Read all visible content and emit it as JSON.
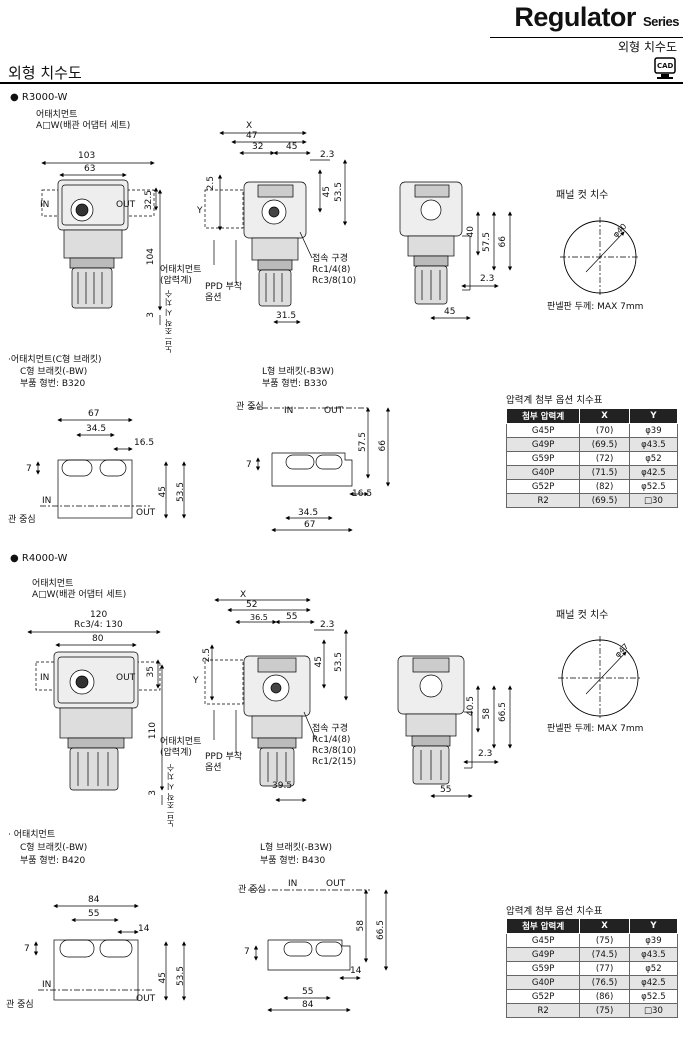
{
  "header": {
    "title": "Regulator",
    "series": "Series",
    "subtitle": "외형 치수도",
    "cad_icon_label": "CAD"
  },
  "page_heading": "외형 치수도",
  "sections": [
    {
      "model": "R3000-W",
      "front": {
        "bracket_label_1": "어태치먼트",
        "bracket_label_2": "A□W(배관 어댑터 세트)",
        "dim_width": "103",
        "dim_body": "63",
        "dim_side": "32.5",
        "dim_height": "104",
        "dim_knob": "3",
        "in_label": "IN",
        "out_label": "OUT",
        "knob_label": "노브 조작 시 치수"
      },
      "side": {
        "dim_x": "X",
        "dim_47": "47",
        "dim_32": "32",
        "dim_45": "45",
        "dim_23": "2.3",
        "dim_y": "Y",
        "dim_25": "2.5",
        "dim_45v": "45",
        "dim_535": "53.5",
        "dim_315": "31.5",
        "label_attach_1": "어태치먼트",
        "label_attach_2": "(압력계)",
        "label_ppd_1": "PPD 부착",
        "label_ppd_2": "옵션",
        "port_title": "접속 구경",
        "ports": [
          "Rc1/4(8)",
          "Rc3/8(10)"
        ]
      },
      "rear": {
        "dim_40": "40",
        "dim_575": "57.5",
        "dim_66": "66",
        "dim_23": "2.3",
        "dim_45": "45"
      },
      "panel": {
        "title": "패널 컷 치수",
        "diameter": "φ40",
        "note": "판넬판 두께: MAX 7mm"
      },
      "bracket_c": {
        "title_1": "·어태치먼트(C형 브래킷)",
        "title_2": "C형 브래킷(-BW)",
        "title_3": "부품 형번: B320",
        "dim_67": "67",
        "dim_345": "34.5",
        "dim_165": "16.5",
        "dim_7": "7",
        "dim_45": "45",
        "dim_535": "53.5",
        "in_label": "IN",
        "out_label": "OUT",
        "center_label": "관 중심"
      },
      "bracket_l": {
        "title_1": "L형 브래킷(-B3W)",
        "title_2": "부품 형번: B330",
        "center_label": "관 중심",
        "in_label": "IN",
        "out_label": "OUT",
        "dim_575": "57.5",
        "dim_66": "66",
        "dim_7": "7",
        "dim_165": "16.5",
        "dim_345": "34.5",
        "dim_67": "67"
      },
      "table": {
        "title": "압력계 첨부 옵션 치수표",
        "headers": [
          "첨부 압력계",
          "X",
          "Y"
        ],
        "rows": [
          [
            "G45P",
            "(70)",
            "φ39"
          ],
          [
            "G49P",
            "(69.5)",
            "φ43.5"
          ],
          [
            "G59P",
            "(72)",
            "φ52"
          ],
          [
            "G40P",
            "(71.5)",
            "φ42.5"
          ],
          [
            "G52P",
            "(82)",
            "φ52.5"
          ],
          [
            "R2",
            "(69.5)",
            "□30"
          ]
        ]
      }
    },
    {
      "model": "R4000-W",
      "front": {
        "bracket_label_1": "어태치먼트",
        "bracket_label_2": "A□W(배관 어댑터 세트)",
        "dim_width": "120",
        "dim_width_alt": "Rc3/4: 130",
        "dim_body": "80",
        "dim_side": "35",
        "dim_height": "110",
        "dim_knob": "3",
        "in_label": "IN",
        "out_label": "OUT",
        "knob_label": "노브 조작 시 치수"
      },
      "side": {
        "dim_x": "X",
        "dim_52": "52",
        "dim_365": "36.5",
        "dim_55": "55",
        "dim_23": "2.3",
        "dim_y": "Y",
        "dim_25": "2.5",
        "dim_45v": "45",
        "dim_535": "53.5",
        "dim_395": "39.5",
        "label_attach_1": "어태치먼트",
        "label_attach_2": "(압력계)",
        "label_ppd_1": "PPD 부착",
        "label_ppd_2": "옵션",
        "port_title": "접속 구경",
        "ports": [
          "Rc1/4(8)",
          "Rc3/8(10)",
          "Rc1/2(15)"
        ]
      },
      "rear": {
        "dim_405": "40.5",
        "dim_58": "58",
        "dim_665": "66.5",
        "dim_23": "2.3",
        "dim_55": "55"
      },
      "panel": {
        "title": "패널 컷 치수",
        "diameter": "φ47",
        "note": "판넬판 두께: MAX 7mm"
      },
      "bracket_c": {
        "title_1": "· 어태치먼트",
        "title_2": "C형 브래킷(-BW)",
        "title_3": "부품 형번: B420",
        "dim_84": "84",
        "dim_55": "55",
        "dim_14": "14",
        "dim_7": "7",
        "dim_45": "45",
        "dim_535": "53.5",
        "in_label": "IN",
        "out_label": "OUT",
        "center_label": "관 중심"
      },
      "bracket_l": {
        "title_1": "L형 브래킷(-B3W)",
        "title_2": "부품 형번: B430",
        "center_label": "관 중심",
        "in_label": "IN",
        "out_label": "OUT",
        "dim_58": "58",
        "dim_665": "66.5",
        "dim_7": "7",
        "dim_14": "14",
        "dim_55": "55",
        "dim_84": "84"
      },
      "table": {
        "title": "압력계 첨부 옵션 치수표",
        "headers": [
          "첨부 압력계",
          "X",
          "Y"
        ],
        "rows": [
          [
            "G45P",
            "(75)",
            "φ39"
          ],
          [
            "G49P",
            "(74.5)",
            "φ43.5"
          ],
          [
            "G59P",
            "(77)",
            "φ52"
          ],
          [
            "G40P",
            "(76.5)",
            "φ42.5"
          ],
          [
            "G52P",
            "(86)",
            "φ52.5"
          ],
          [
            "R2",
            "(75)",
            "□30"
          ]
        ]
      }
    }
  ]
}
